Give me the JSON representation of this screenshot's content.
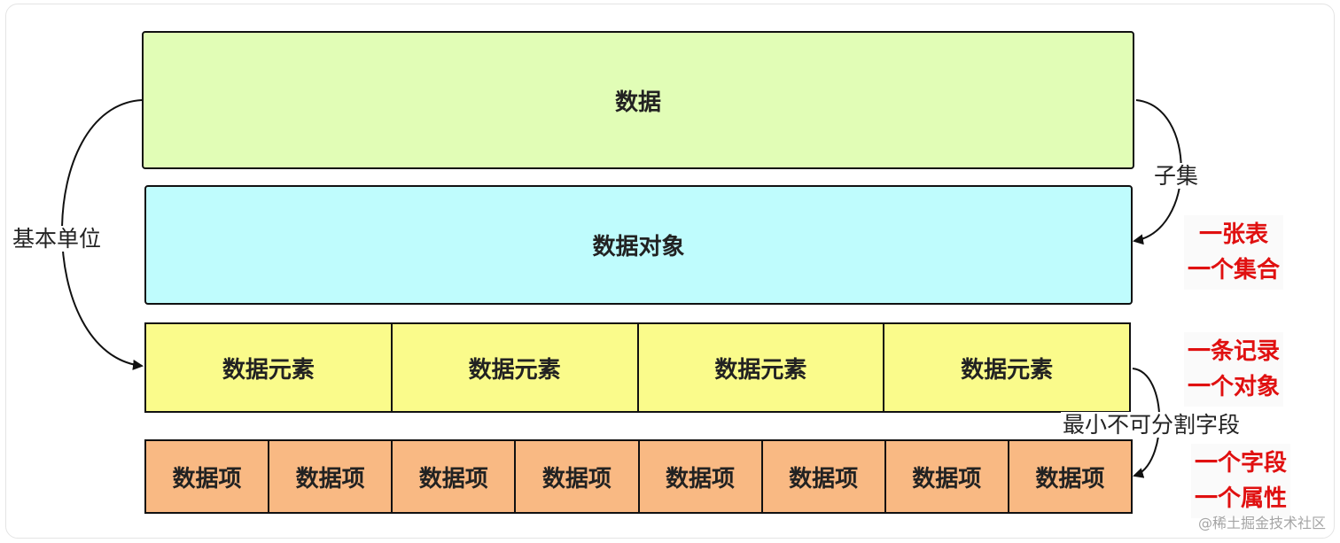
{
  "diagram": {
    "top_box": {
      "label": "数据",
      "color": "#e1fdb6"
    },
    "object_box": {
      "label": "数据对象",
      "color": "#bffcfd"
    },
    "element_row": {
      "labels": [
        "数据元素",
        "数据元素",
        "数据元素",
        "数据元素"
      ],
      "color": "#fafb8b"
    },
    "item_row": {
      "labels": [
        "数据项",
        "数据项",
        "数据项",
        "数据项",
        "数据项",
        "数据项",
        "数据项",
        "数据项"
      ],
      "color": "#f9b983"
    },
    "edge_labels": {
      "basic_unit": "基本单位",
      "subset": "子集",
      "min_field": "最小不可分割字段"
    },
    "notes": {
      "object": [
        "一张表",
        "一个集合"
      ],
      "element": [
        "一条记录",
        "一个对象"
      ],
      "item": [
        "一个字段",
        "一个属性"
      ],
      "note_color": "#e01010"
    },
    "watermark": "@稀土掘金技术社区"
  }
}
